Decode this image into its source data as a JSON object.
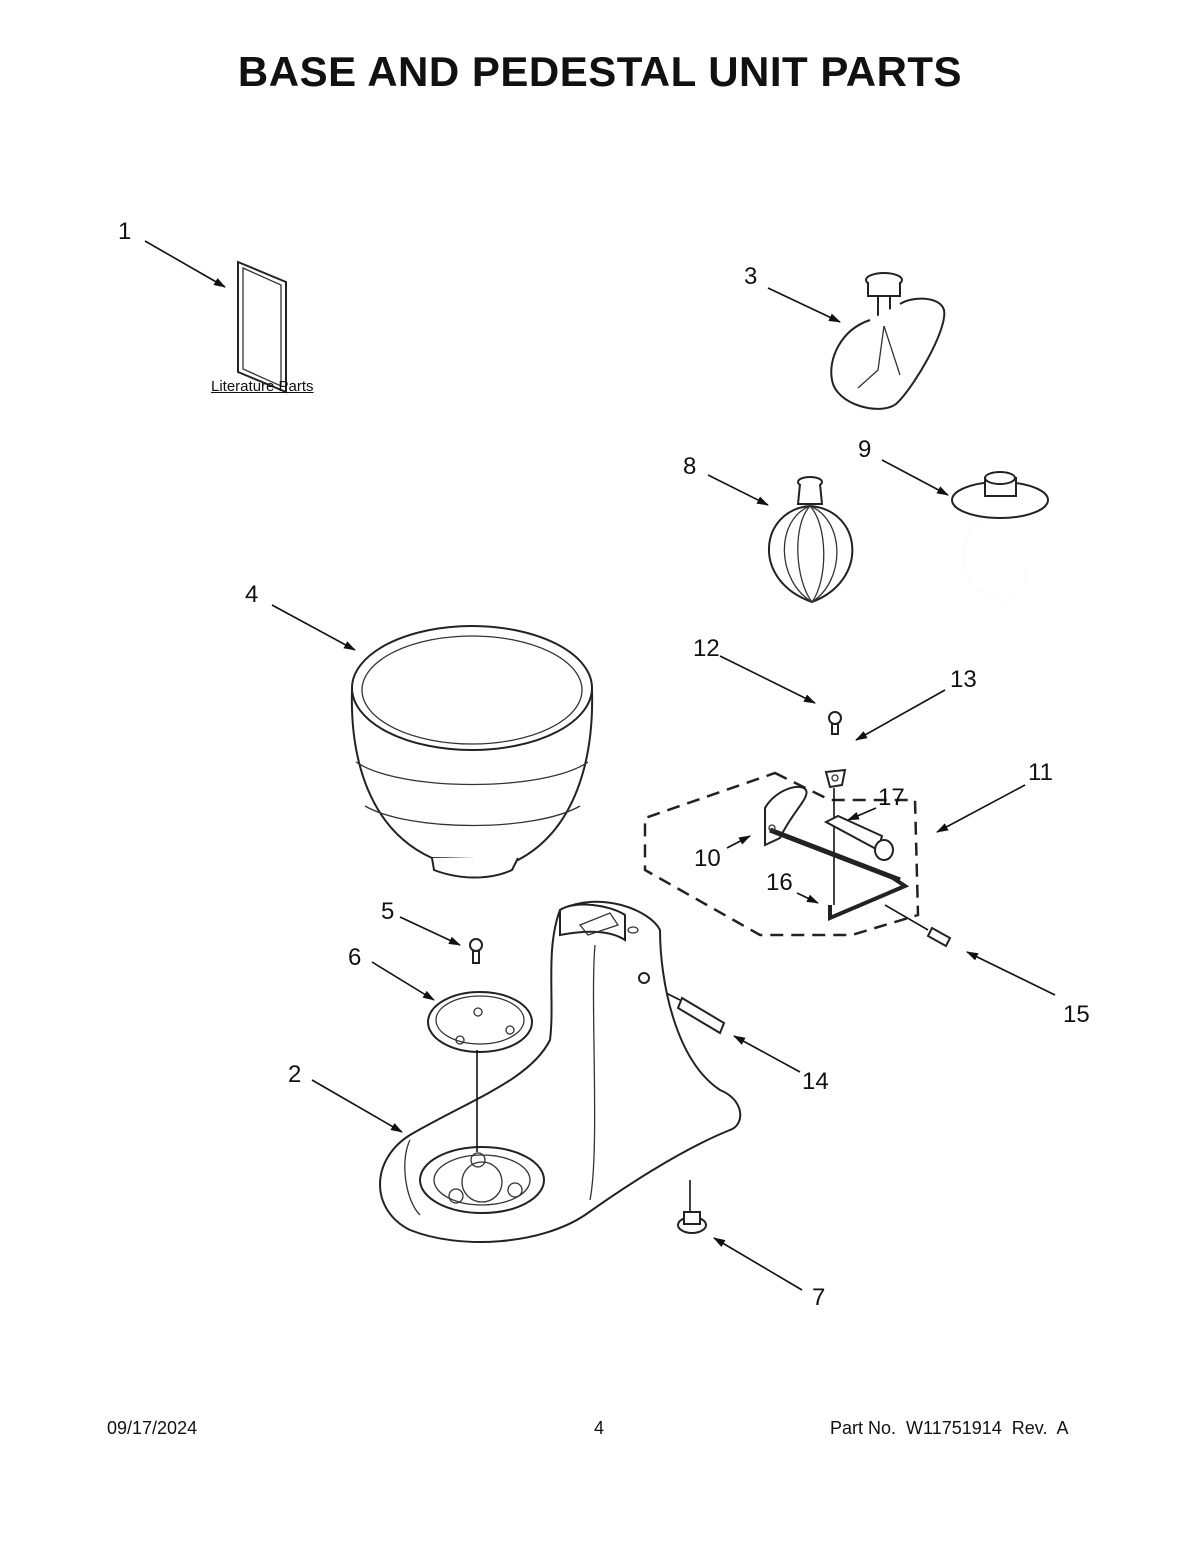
{
  "page": {
    "title": "BASE AND PEDESTAL UNIT PARTS",
    "footer": {
      "date": "09/17/2024",
      "page_number": "4",
      "part_no": "Part No.  W11751914  Rev.  A"
    }
  },
  "diagram": {
    "literature_label": "Literature Parts",
    "callouts": {
      "c1": "1",
      "c2": "2",
      "c3": "3",
      "c4": "4",
      "c5": "5",
      "c6": "6",
      "c7": "7",
      "c8": "8",
      "c9": "9",
      "c10": "10",
      "c11": "11",
      "c12": "12",
      "c13": "13",
      "c14": "14",
      "c15": "15",
      "c16": "16",
      "c17": "17"
    }
  }
}
